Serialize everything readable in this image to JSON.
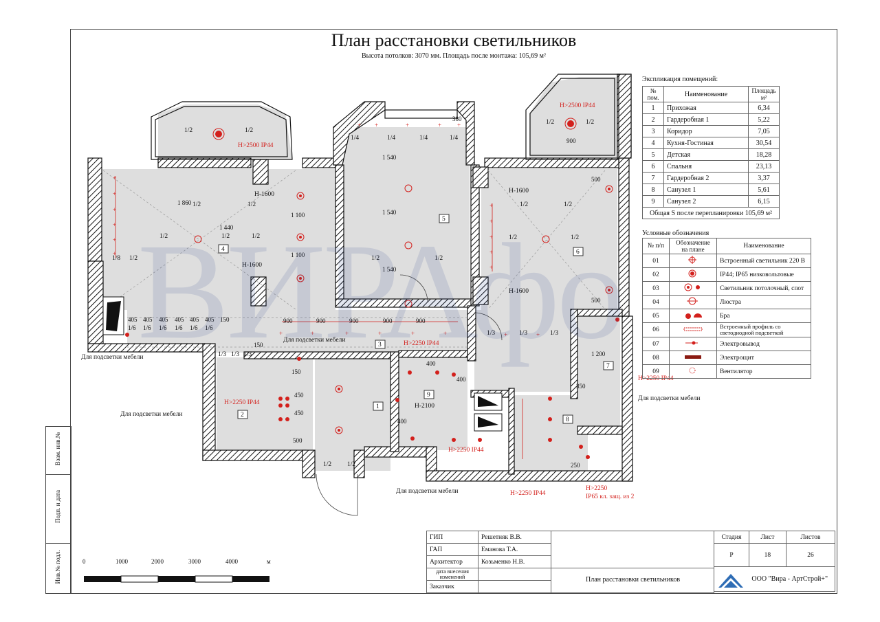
{
  "title": "План расстановки светильников",
  "subtitle": "Высота потолков: 3070 мм. Площадь после монтажа: 105,69 м²",
  "watermark": "ВИРАфо",
  "room_table": {
    "caption": "Экспликация помещений:",
    "headers": [
      "№ пом.",
      "Наименование",
      "Площадь м²"
    ],
    "rows": [
      [
        "1",
        "Прихожая",
        "6,34"
      ],
      [
        "2",
        "Гардеробная 1",
        "5,22"
      ],
      [
        "3",
        "Коридор",
        "7,05"
      ],
      [
        "4",
        "Кухня-Гостиная",
        "30,54"
      ],
      [
        "5",
        "Детская",
        "18,28"
      ],
      [
        "6",
        "Спальня",
        "23,13"
      ],
      [
        "7",
        "Гардеробная 2",
        "3,37"
      ],
      [
        "8",
        "Санузел 1",
        "5,61"
      ],
      [
        "9",
        "Санузел 2",
        "6,15"
      ]
    ],
    "total": "Общая S после перепланировки 105,69 м²"
  },
  "legend": {
    "caption": "Условные обозначения",
    "headers": [
      "№ п/п",
      "Обозначение на плане",
      "Наименование"
    ],
    "rows": [
      {
        "num": "01",
        "icon": "recessed-light-icon",
        "name": "Встроенный  светильник 220 В"
      },
      {
        "num": "02",
        "icon": "low-voltage-light-icon",
        "name": "IP44; IP65 низковольтовые"
      },
      {
        "num": "03",
        "icon": "spot-light-icon",
        "name": "Светильник потолочный, спот"
      },
      {
        "num": "04",
        "icon": "chandelier-icon",
        "name": "Люстра"
      },
      {
        "num": "05",
        "icon": "sconce-icon",
        "name": "Бра"
      },
      {
        "num": "06",
        "icon": "led-profile-icon",
        "name": "Встроенный профиль со светодиодной подсветкой"
      },
      {
        "num": "07",
        "icon": "electric-outlet-icon",
        "name": "Электровывод"
      },
      {
        "num": "08",
        "icon": "electric-panel-icon",
        "name": "Электрощит"
      },
      {
        "num": "09",
        "icon": "fan-icon",
        "name": "Вентилятор"
      }
    ]
  },
  "plan_labels": {
    "room_numbers": [
      "1",
      "2",
      "3",
      "4",
      "5",
      "6",
      "7",
      "8",
      "9"
    ],
    "heights": [
      "H>2500 IP44",
      "H>2500 IP44",
      "H-1600",
      "H-1600",
      "H-1600",
      "H-1600",
      "H>2250 IP44",
      "H>2250 IP44",
      "H>2250 IP44",
      "H>2250 IP44",
      "H-2100"
    ],
    "note_ip65": [
      "H>2250",
      "IP65 кл. защ. из 2"
    ],
    "furniture_notes": [
      "Для подсветки мебели",
      "Для подсветки мебели",
      "Для подсветки мебели",
      "Для подсветки мебели",
      "Для подсветки мебели"
    ],
    "dims_hall": [
      "405",
      "405",
      "405",
      "405",
      "405",
      "405",
      "150"
    ],
    "dims_corridor": [
      "900",
      "900",
      "900",
      "900",
      "900"
    ],
    "dims_misc": [
      "1 860",
      "1 440",
      "1 100",
      "1 100",
      "1 540",
      "1 540",
      "1 540",
      "380",
      "500",
      "500",
      "900",
      "1 200",
      "350",
      "400",
      "400",
      "400",
      "150",
      "450",
      "450",
      "500",
      "250"
    ]
  },
  "scale_bar": {
    "ticks": [
      "0",
      "1000",
      "2000",
      "3000",
      "4000"
    ],
    "unit": "м"
  },
  "side_stamps": [
    "Взам. инв.№",
    "Подп. и дата",
    "Инв.№ подл."
  ],
  "stamp": {
    "people": [
      {
        "role": "ГИП",
        "name": "Решетняк В.В."
      },
      {
        "role": "ГАП",
        "name": "Еманова Т.А."
      },
      {
        "role": "Архитектор",
        "name": "Козьменко Н.В."
      },
      {
        "role": "дата внесения изменений",
        "name": ""
      },
      {
        "role": "Заказчик",
        "name": ""
      }
    ],
    "heads": [
      "Стадия",
      "Лист",
      "Листов"
    ],
    "values": [
      "Р",
      "18",
      "26"
    ],
    "sheet_title": "План расстановки светильников",
    "company": "ООО \"Вира - АртСтрой+\""
  },
  "colors": {
    "accent_red": "#d3201c",
    "wall": "#111111",
    "floor": "#dcdcdc",
    "watermark": "#1e3a8a"
  }
}
